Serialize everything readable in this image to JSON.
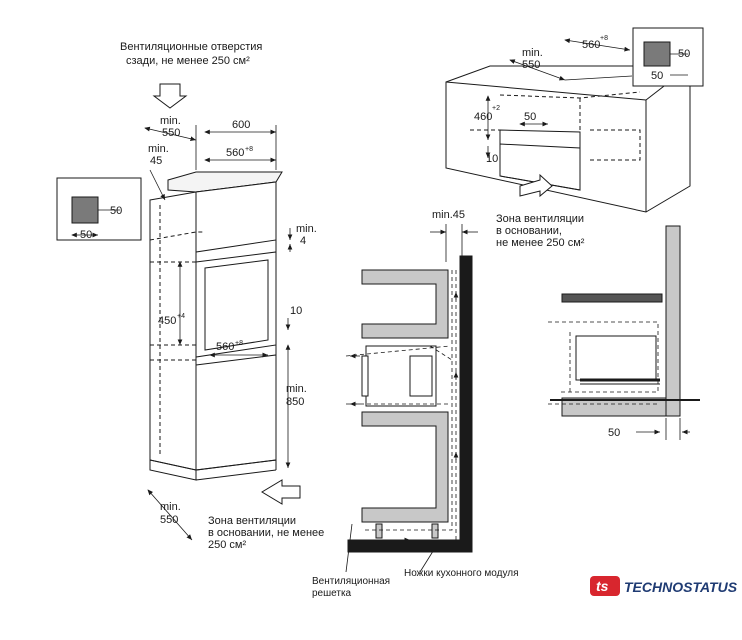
{
  "labels": {
    "vent_rear": [
      "Вентиляционные отверстия",
      "сзади, не менее 250 см²"
    ],
    "min550_top": [
      "min.",
      "550"
    ],
    "w600": "600",
    "w560_top": "560",
    "w560_sup": "+8",
    "min45_left": [
      "min.",
      "45"
    ],
    "vent50a": "50",
    "vent50b": "50",
    "min4": [
      "min.",
      "4"
    ],
    "h450": "450",
    "h450_sup": "+4",
    "d10": "10",
    "w560_mid": "560",
    "w560_mid_sup": "+8",
    "min850": [
      "min.",
      "850"
    ],
    "min550_bottom": [
      "min.",
      "550"
    ],
    "vent_base_left": [
      "Зона вентиляции",
      "в основании, не менее",
      "250 см²"
    ],
    "tr_min550": [
      "min.",
      "550"
    ],
    "tr_560": "560",
    "tr_560_sup": "+8",
    "tr_460": "460",
    "tr_460_sup": "+2",
    "tr_50": "50",
    "tr_10": "10",
    "tr_box50a": "50",
    "tr_box50b": "50",
    "vent_base_right": [
      "Зона вентиляции",
      "в основании,",
      "не менее 250 см²"
    ],
    "min45_mid": "min.45",
    "grille": [
      "Вентиляционная",
      "решетка"
    ],
    "legs": "Ножки кухонного модуля",
    "side_50": "50",
    "logo": "TECHNOSTATUS"
  },
  "colors": {
    "line": "#1a1a1a",
    "panel_gray": "#c8c8c8",
    "vent_square": "#7a7a7a",
    "logo_red": "#d8262e",
    "logo_blue": "#1f3b73"
  }
}
